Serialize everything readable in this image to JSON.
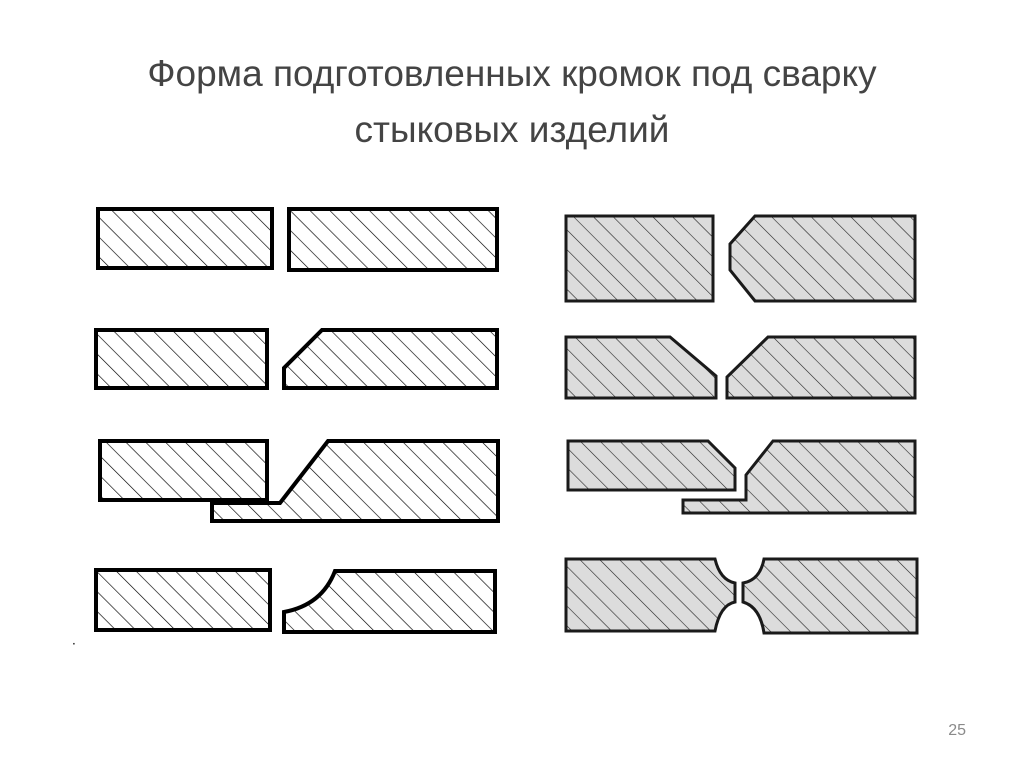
{
  "slide": {
    "title_line1": "Форма подготовленных кромок под сварку",
    "title_line2": "стыковых изделий",
    "page_number": "25"
  },
  "diagram": {
    "left_panel": {
      "style": "black-and-white hatched",
      "joints": [
        {
          "name": "square-butt",
          "description": "flat edges with gap"
        },
        {
          "name": "single-bevel",
          "description": "right plate beveled on one side"
        },
        {
          "name": "single-bevel-with-backing",
          "description": "right plate beveled with backing strip"
        },
        {
          "name": "single-j",
          "description": "right plate with curved J-groove"
        }
      ]
    },
    "right_panel": {
      "style": "gray hatched",
      "joints": [
        {
          "name": "single-bevel-right",
          "description": "right plate beveled at top and bottom"
        },
        {
          "name": "v-groove",
          "description": "both plates beveled"
        },
        {
          "name": "v-groove-with-backing",
          "description": "both plates beveled with backing strip"
        },
        {
          "name": "double-u-groove",
          "description": "both plates with curved U-grooves"
        }
      ]
    },
    "colors": {
      "outline": "#000000",
      "left_fill": "#ffffff",
      "right_fill": "#dcdcdc",
      "right_outline": "#1a1a1a"
    }
  }
}
